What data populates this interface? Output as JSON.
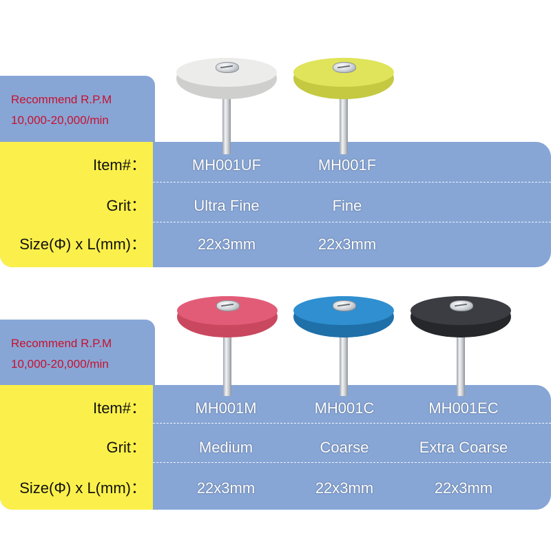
{
  "panels": [
    {
      "rpm": {
        "title": "Recommend R.P.M",
        "value": "10,000-20,000/min"
      },
      "labels": {
        "item": "Item#：",
        "grit": "Grit：",
        "size": "Size(Φ) x L(mm)："
      },
      "products": [
        {
          "item": "MH001UF",
          "grit": "Ultra Fine",
          "size": "22x3mm",
          "color": "#ececea",
          "icon": "white-polishing-wheel-icon"
        },
        {
          "item": "MH001F",
          "grit": "Fine",
          "size": "22x3mm",
          "color": "#dfe45a",
          "icon": "yellow-polishing-wheel-icon"
        }
      ]
    },
    {
      "rpm": {
        "title": "Recommend R.P.M",
        "value": "10,000-20,000/min"
      },
      "labels": {
        "item": "Item#：",
        "grit": "Grit：",
        "size": "Size(Φ) x L(mm)："
      },
      "products": [
        {
          "item": "MH001M",
          "grit": "Medium",
          "size": "22x3mm",
          "color": "#e25c78",
          "icon": "pink-polishing-wheel-icon"
        },
        {
          "item": "MH001C",
          "grit": "Coarse",
          "size": "22x3mm",
          "color": "#2f8fd0",
          "icon": "blue-polishing-wheel-icon"
        },
        {
          "item": "MH001EC",
          "grit": "Extra Coarse",
          "size": "22x3mm",
          "color": "#3b3d42",
          "icon": "black-polishing-wheel-icon"
        }
      ]
    }
  ],
  "colors": {
    "panel_blue": "#87a6d6",
    "label_yellow": "#fbf04b",
    "rpm_red": "#c8102e"
  }
}
